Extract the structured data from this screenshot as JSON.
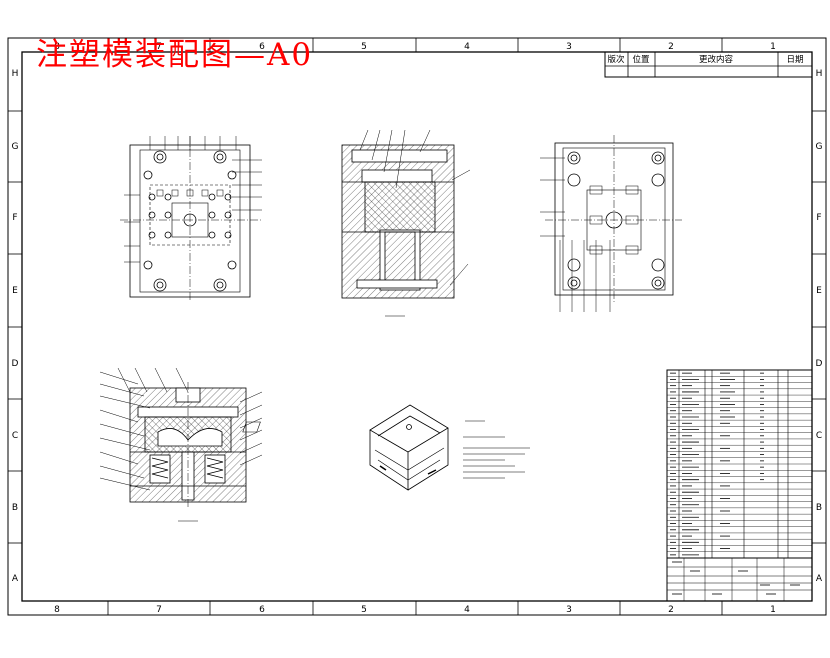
{
  "title": "注塑模装配图—A0",
  "colors": {
    "title": "#ff0000",
    "line": "#000000",
    "paper": "#ffffff"
  },
  "border": {
    "columns": [
      "8",
      "7",
      "6",
      "5",
      "4",
      "3",
      "2",
      "1"
    ],
    "rows": [
      "H",
      "G",
      "F",
      "E",
      "D",
      "C",
      "B",
      "A"
    ]
  },
  "revision_block": {
    "headers": [
      "版次",
      "位置",
      "更改内容",
      "日期"
    ]
  }
}
